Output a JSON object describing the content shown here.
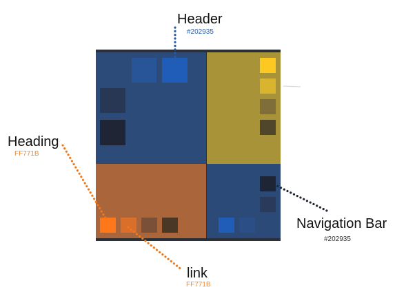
{
  "annotations": {
    "header": {
      "label": "Header",
      "code": "#202935",
      "code_color": "#2b5fa8",
      "dot_color": "#2a5aa0"
    },
    "heading": {
      "label": "Heading",
      "code": "FF771B",
      "code_color": "#f08a2c",
      "dot_color": "#f07a1a"
    },
    "navigation_bar": {
      "label": "Navigation Bar",
      "code": "#202935",
      "code_color": "#333333",
      "dot_color": "#1f2733"
    },
    "link": {
      "label": "link",
      "code": "FF771B",
      "code_color": "#f08a2c"
    }
  },
  "palette": {
    "frame": "#2b2f38",
    "blue_panel": "#2c4b78",
    "gold_panel": "#a99339",
    "orange_panel": "#ab653b",
    "small_blue_panel": "#2b4a78",
    "blue_swatches": [
      "#275597",
      "#1f5db8",
      "#283753",
      "#1f2534"
    ],
    "gold_swatches": [
      "#fcc822",
      "#d8b42f",
      "#7f6d3a",
      "#4f462b"
    ],
    "orange_swatches": [
      "#ff771b",
      "#d96f2b",
      "#7b5038",
      "#4a3726"
    ],
    "nav_swatches": [
      "#1e2636",
      "#2a3a5a",
      "#1f5db8",
      "#2a4e85"
    ]
  }
}
